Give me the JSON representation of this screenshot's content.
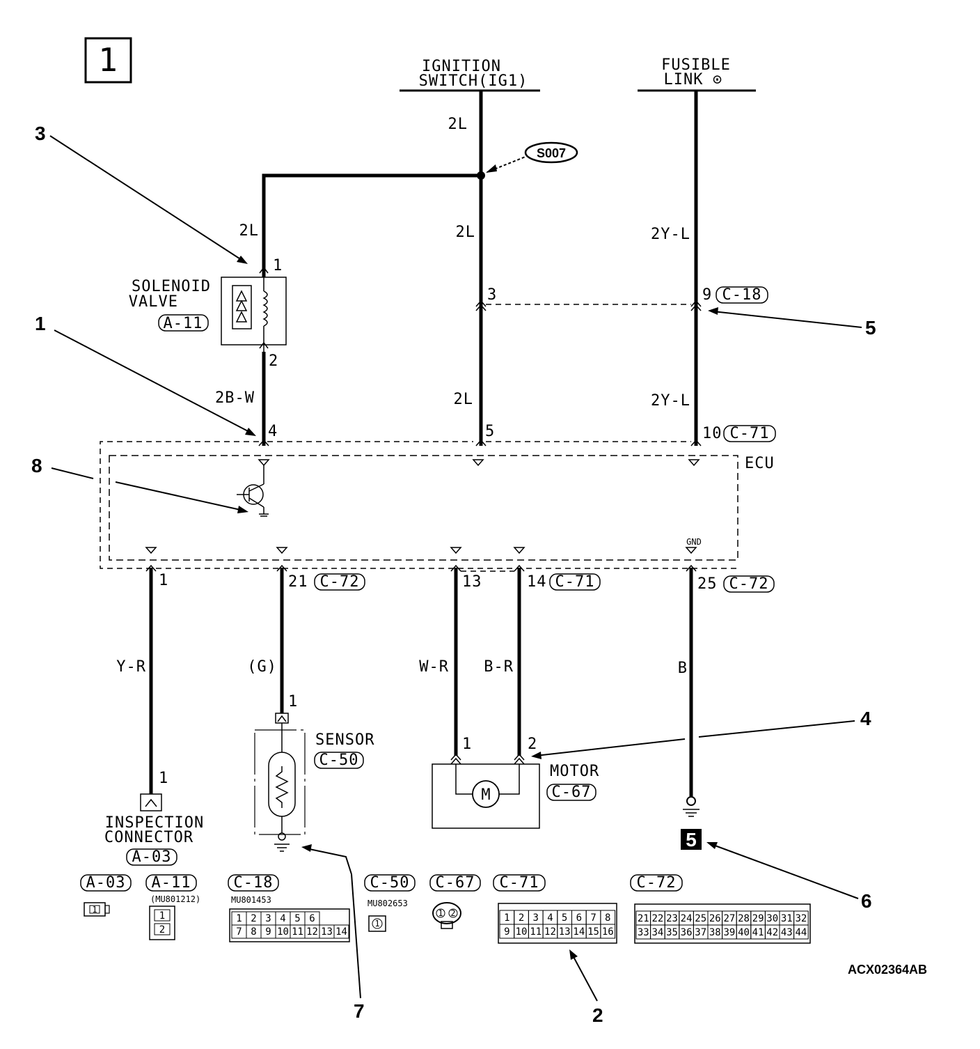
{
  "page_number": "1",
  "drawing_code": "ACX02364AB",
  "sources": {
    "ignition_line1": "IGNITION",
    "ignition_line2": "SWITCH(IG1)",
    "fusible_line1": "FUSIBLE",
    "fusible_line2": "LINK",
    "fusible_symbol": "⊙"
  },
  "splice": "S007",
  "wires": {
    "ign_top": "2L",
    "ign_mid": "2L",
    "ign_low": "2L",
    "solenoid_feed": "2L",
    "solenoid_out": "2B-W",
    "fusible_top": "2Y-L",
    "fusible_low": "2Y-L",
    "inspection": "Y-R",
    "sensor": "(G)",
    "motor_1": "W-R",
    "motor_2": "B-R",
    "ground": "B"
  },
  "components": {
    "solenoid_line1": "SOLENOID",
    "solenoid_line2": "VALVE",
    "solenoid_conn": "A-11",
    "ecu": "ECU",
    "gnd": "GND",
    "sensor": "SENSOR",
    "sensor_conn": "C-50",
    "motor": "MOTOR",
    "motor_conn": "C-67",
    "inspection_line1": "INSPECTION",
    "inspection_line2": "CONNECTOR",
    "inspection_conn": "A-03",
    "motor_symbol": "M",
    "ground_ref": "5"
  },
  "pins": {
    "sol_1": "1",
    "sol_2": "2",
    "ecu_4": "4",
    "ecu_5": "5",
    "c18_3": "3",
    "c18_9": "9",
    "c18_conn": "C-18",
    "ecu_10": "10",
    "ecu_10_conn": "C-71",
    "ecu_1": "1",
    "ecu_21": "21",
    "ecu_21_conn": "C-72",
    "ecu_13": "13",
    "ecu_14": "14",
    "ecu_14_conn": "C-71",
    "ecu_25": "25",
    "ecu_25_conn": "C-72",
    "sensor_1": "1",
    "motor_1": "1",
    "motor_2": "2",
    "insp_1": "1"
  },
  "callouts": [
    "1",
    "2",
    "3",
    "4",
    "5",
    "6",
    "7",
    "8"
  ],
  "connector_table": {
    "a03": {
      "label": "A-03",
      "cells": [
        "1"
      ]
    },
    "a11": {
      "label": "A-11",
      "part": "(MU801212)",
      "cells": [
        "1",
        "2"
      ]
    },
    "c18": {
      "label": "C-18",
      "part": "MU801453",
      "row1": [
        "1",
        "2",
        "3",
        "4",
        "5",
        "6"
      ],
      "row2": [
        "7",
        "8",
        "9",
        "10",
        "11",
        "12",
        "13",
        "14"
      ]
    },
    "c50": {
      "label": "C-50",
      "part": "MU802653",
      "cells": [
        "1"
      ]
    },
    "c67": {
      "label": "C-67",
      "cells": [
        "1",
        "2"
      ]
    },
    "c71": {
      "label": "C-71",
      "row1": [
        "1",
        "2",
        "3",
        "4",
        "5",
        "6",
        "7",
        "8"
      ],
      "row2": [
        "9",
        "10",
        "11",
        "12",
        "13",
        "14",
        "15",
        "16"
      ]
    },
    "c72": {
      "label": "C-72",
      "row1": [
        "21",
        "22",
        "23",
        "24",
        "25",
        "26",
        "27",
        "28",
        "29",
        "30",
        "31",
        "32"
      ],
      "row2": [
        "33",
        "34",
        "35",
        "36",
        "37",
        "38",
        "39",
        "40",
        "41",
        "42",
        "43",
        "44"
      ]
    }
  }
}
